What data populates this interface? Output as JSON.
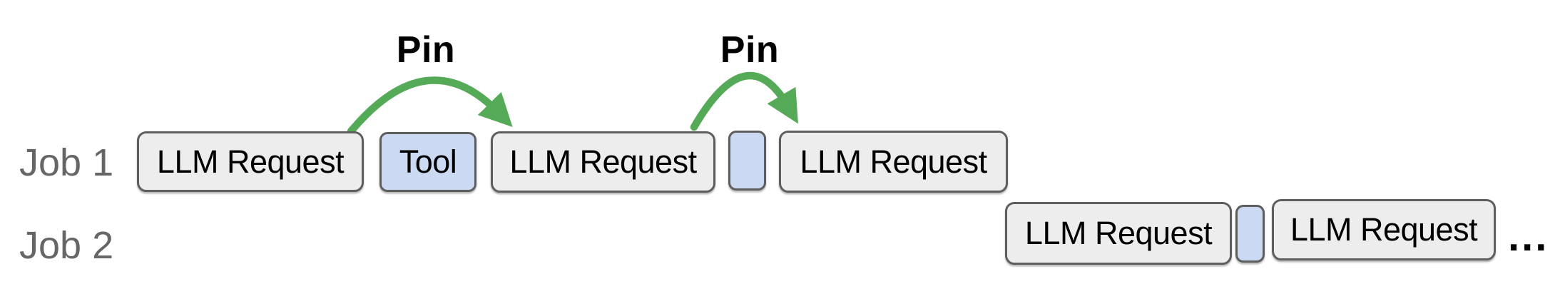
{
  "colors": {
    "grayFill": "#ededed",
    "blueFill": "#cbd9f3",
    "borderCol": "#5e5e5e",
    "green": "#55aa58",
    "labelGray": "#666666",
    "ink": "#000000"
  },
  "annotations": {
    "pin_labels": [
      "Pin",
      "Pin"
    ]
  },
  "rows": [
    {
      "label": "Job 1",
      "blocks": [
        {
          "type": "llm-request",
          "label": "LLM Request"
        },
        {
          "type": "tool",
          "label": "Tool"
        },
        {
          "type": "llm-request",
          "label": "LLM Request"
        },
        {
          "type": "wait",
          "label": ""
        },
        {
          "type": "llm-request",
          "label": "LLM Request"
        }
      ]
    },
    {
      "label": "Job 2",
      "blocks": [
        {
          "type": "llm-request",
          "label": "LLM Request"
        },
        {
          "type": "wait",
          "label": ""
        },
        {
          "type": "llm-request",
          "label": "LLM Request"
        }
      ],
      "continuation": "..."
    }
  ]
}
